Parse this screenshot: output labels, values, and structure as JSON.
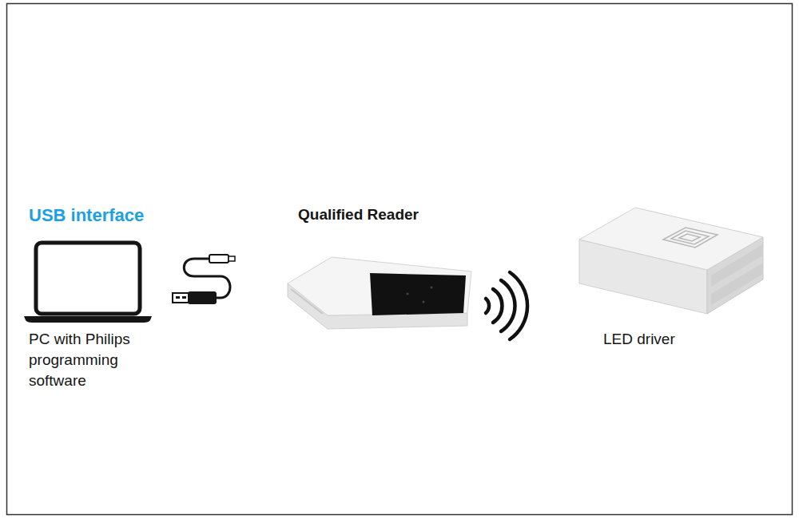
{
  "diagram": {
    "nodes": [
      {
        "text": [
          "USB interface",
          "PC with Philips programming software"
        ]
      },
      {
        "text": [
          "Qualified Reader"
        ]
      },
      {
        "text": [
          "LED driver"
        ]
      }
    ]
  }
}
